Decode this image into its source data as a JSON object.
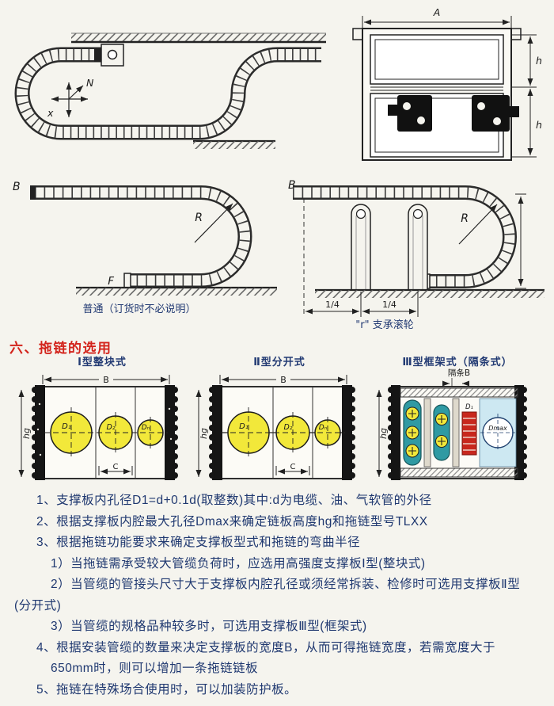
{
  "colors": {
    "yellow": "#f2e83a",
    "teal": "#2f9aa3",
    "red": "#c8271d",
    "light_blue": "#cde8f2"
  },
  "top_left_drawing": {
    "label_n": "N",
    "label_x": "x"
  },
  "cross_section_drawing": {
    "label_a": "A",
    "label_h_top": "h",
    "label_h_bottom": "h"
  },
  "plain_bend_drawing": {
    "label_b": "B",
    "label_r": "R",
    "label_f": "F",
    "caption": "普通（订货时不必说明）"
  },
  "roller_bend_drawing": {
    "label_b": "B",
    "label_r": "R",
    "dim_left": "1/4",
    "dim_right": "1/4",
    "caption": "\"r\" 支承滚轮"
  },
  "section_heading": "六、拖链的选用",
  "type1": {
    "title": "Ⅰ型整块式",
    "dim_b": "B",
    "dim_hg": "hg",
    "dim_c": "C",
    "d1": "D₁",
    "d2": "D₂",
    "dn": "Dₙ"
  },
  "type2": {
    "title": "Ⅱ型分开式",
    "dim_b": "B",
    "dim_hg": "hg",
    "dim_c": "C",
    "d1": "D₁",
    "d2": "D₂",
    "dn": "Dₙ"
  },
  "type3": {
    "title": "Ⅲ型框架式（隔条式）",
    "spacer_label": "隔条B",
    "dim_hg": "hg",
    "d1": "D₁",
    "dmax": "Dmax"
  },
  "notes": [
    {
      "text": "1、支撑板内孔径D1=d+0.1d(取整数)其中:d为电缆、油、气软管的外径"
    },
    {
      "text": "2、根据支撑板内腔最大孔径Dmax来确定链板高度hg和拖链型号TLXX"
    },
    {
      "text": "3、根据拖链功能要求来确定支撑板型式和拖链的弯曲半径"
    },
    {
      "text": "1）当拖链需承受较大管缆负荷时，应选用高强度支撑板Ⅰ型(整块式)"
    },
    {
      "text": "2）当管缆的管接头尺寸大于支撑板内腔孔径或须经常拆装、检修时可选用支撑板Ⅱ型(分开式)"
    },
    {
      "text": "3）当管缆的规格品种较多时，可选用支撑板Ⅲ型(框架式)"
    },
    {
      "text": "4、根据安装管缆的数量来决定支撑板的宽度B，从而可得拖链宽度，若需宽度大于650mm时，则可以增加一条拖链链板"
    },
    {
      "text": "5、拖链在特殊场合使用时，可以加装防护板。"
    }
  ]
}
